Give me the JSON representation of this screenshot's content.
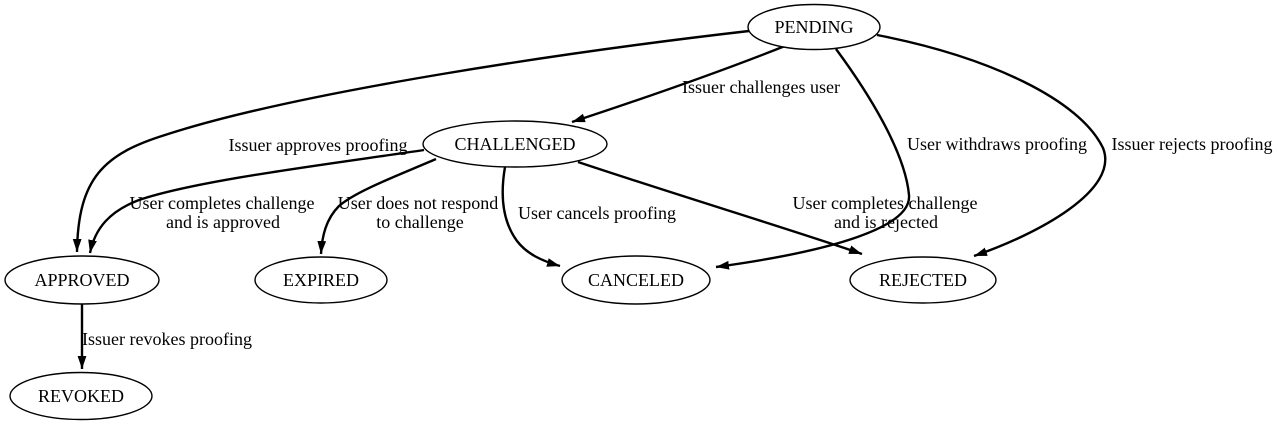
{
  "diagram": {
    "kind": "state-transition-graph",
    "background_color": "#ffffff",
    "line_color": "#000000",
    "text_color": "#000000",
    "nodes": {
      "pending": "PENDING",
      "challenged": "CHALLENGED",
      "approved": "APPROVED",
      "expired": "EXPIRED",
      "canceled": "CANCELED",
      "rejected": "REJECTED",
      "revoked": "REVOKED"
    },
    "edge_labels": {
      "pending_challenged": "Issuer challenges user",
      "pending_approved": "Issuer approves proofing",
      "pending_canceled": "User withdraws proofing",
      "pending_rejected": "Issuer rejects proofing",
      "challenged_approved_line1": "User completes challenge",
      "challenged_approved_line2": "and is approved",
      "challenged_expired_line1": "User does not respond",
      "challenged_expired_line2": "to challenge",
      "challenged_canceled": "User cancels proofing",
      "challenged_rejected_line1": "User completes challenge",
      "challenged_rejected_line2": "and is rejected",
      "approved_revoked": "Issuer revokes proofing"
    },
    "transitions": [
      {
        "from": "PENDING",
        "to": "CHALLENGED",
        "label": "Issuer challenges user"
      },
      {
        "from": "PENDING",
        "to": "APPROVED",
        "label": "Issuer approves proofing"
      },
      {
        "from": "PENDING",
        "to": "CANCELED",
        "label": "User withdraws proofing"
      },
      {
        "from": "PENDING",
        "to": "REJECTED",
        "label": "Issuer rejects proofing"
      },
      {
        "from": "CHALLENGED",
        "to": "APPROVED",
        "label": "User completes challenge and is approved"
      },
      {
        "from": "CHALLENGED",
        "to": "EXPIRED",
        "label": "User does not respond to challenge"
      },
      {
        "from": "CHALLENGED",
        "to": "CANCELED",
        "label": "User cancels proofing"
      },
      {
        "from": "CHALLENGED",
        "to": "REJECTED",
        "label": "User completes challenge and is rejected"
      },
      {
        "from": "APPROVED",
        "to": "REVOKED",
        "label": "Issuer revokes proofing"
      }
    ]
  }
}
